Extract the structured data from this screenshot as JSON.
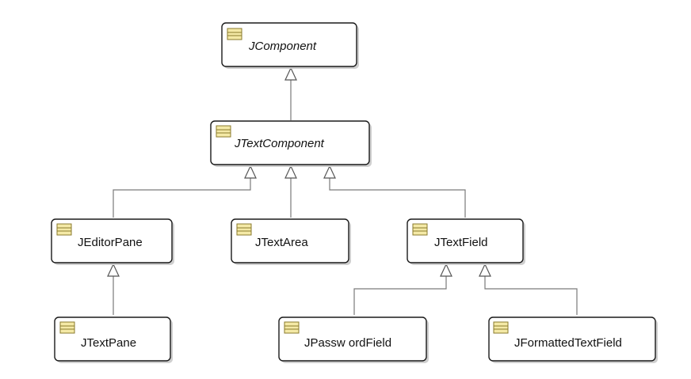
{
  "diagram": {
    "type": "uml-class-hierarchy",
    "classes": [
      {
        "id": "jcomponent",
        "label": "JComponent",
        "abstract": true
      },
      {
        "id": "jtextcomponent",
        "label": "JTextComponent",
        "abstract": true
      },
      {
        "id": "jeditorpane",
        "label": "JEditorPane",
        "abstract": false
      },
      {
        "id": "jtextarea",
        "label": "JTextArea",
        "abstract": false
      },
      {
        "id": "jtextfield",
        "label": "JTextField",
        "abstract": false
      },
      {
        "id": "jtextpane",
        "label": "JTextPane",
        "abstract": false
      },
      {
        "id": "jpasswordfield",
        "label": "JPassw ordField",
        "abstract": false
      },
      {
        "id": "jformattedtextfield",
        "label": "JFormattedTextField",
        "abstract": false
      }
    ],
    "inheritance": [
      {
        "child": "jtextcomponent",
        "parent": "jcomponent"
      },
      {
        "child": "jeditorpane",
        "parent": "jtextcomponent"
      },
      {
        "child": "jtextarea",
        "parent": "jtextcomponent"
      },
      {
        "child": "jtextfield",
        "parent": "jtextcomponent"
      },
      {
        "child": "jtextpane",
        "parent": "jeditorpane"
      },
      {
        "child": "jpasswordfield",
        "parent": "jtextfield"
      },
      {
        "child": "jformattedtextfield",
        "parent": "jtextfield"
      }
    ],
    "colors": {
      "box_border": "#1a1a1a",
      "box_fill": "#ffffff",
      "class_icon_fill": "#f4e9a6",
      "connector": "#7a7a7a"
    },
    "icons": {
      "class_icon": "uml-class-icon",
      "arrowhead": "hollow-inheritance-arrow-icon"
    }
  }
}
